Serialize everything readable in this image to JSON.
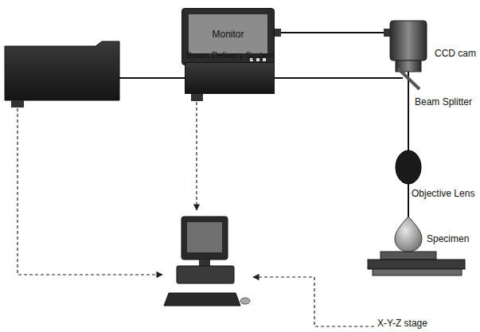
{
  "diagram": {
    "nodes": [
      {
        "text": [
          "Monitor"
        ]
      },
      {
        "text": [
          "Beam Delivery System"
        ]
      }
    ],
    "labels": [
      "CCD cam",
      "Beam Splitter",
      "Objective Lens",
      "Specimen",
      "X-Y-Z stage"
    ]
  }
}
